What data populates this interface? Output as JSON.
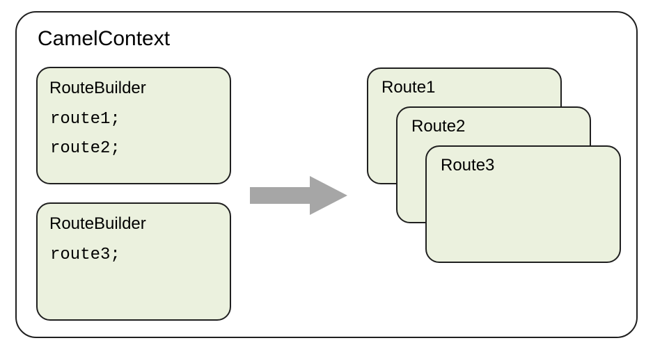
{
  "camel_context": {
    "title": "CamelContext"
  },
  "route_builders": [
    {
      "title": "RouteBuilder",
      "routes": [
        "route1;",
        "route2;"
      ]
    },
    {
      "title": "RouteBuilder",
      "routes": [
        "route3;"
      ]
    }
  ],
  "arrow": {
    "icon": "right-arrow-icon",
    "color": "#a6a6a6"
  },
  "routes": [
    {
      "label": "Route1"
    },
    {
      "label": "Route2"
    },
    {
      "label": "Route3"
    }
  ],
  "colors": {
    "box_fill": "#ebf1de",
    "border": "#1f1f1f"
  }
}
